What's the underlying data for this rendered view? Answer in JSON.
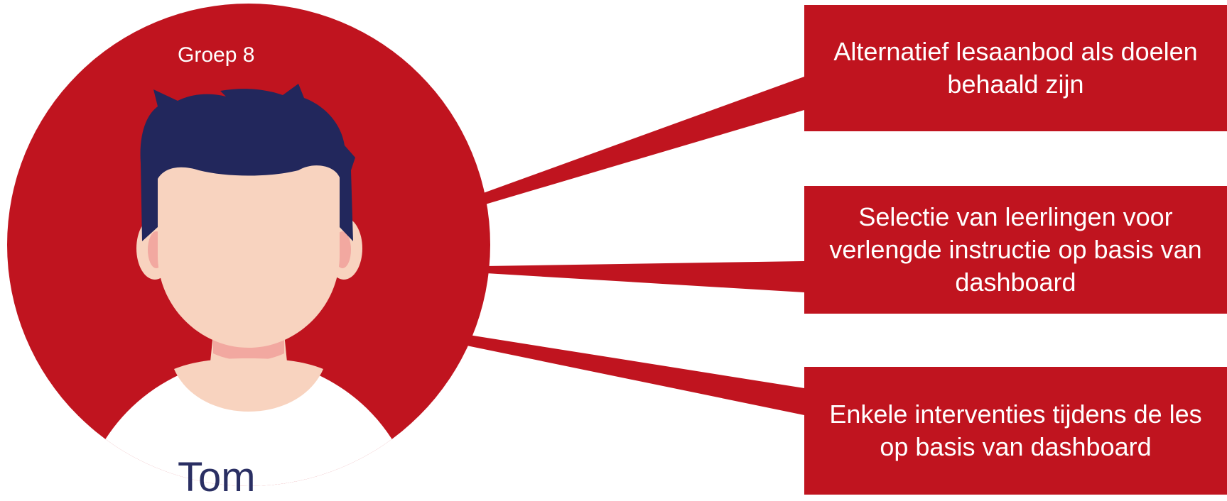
{
  "person": {
    "group": "Groep 8",
    "name": "Tom"
  },
  "callouts": [
    {
      "text": "Alternatief lesaanbod als doelen behaald zijn"
    },
    {
      "text": "Selectie van leerlingen voor verlengde instructie op basis van dashboard"
    },
    {
      "text": "Enkele interventies tijdens de les op basis van dashboard"
    }
  ],
  "colors": {
    "brand_red": "#c0141f",
    "hair": "#22275c",
    "skin": "#f8d3bf",
    "skin_shadow": "#f2a8a0",
    "shirt": "#ffffff",
    "name_text": "#2a2f63"
  },
  "icons": {
    "avatar": "person-avatar-icon"
  }
}
